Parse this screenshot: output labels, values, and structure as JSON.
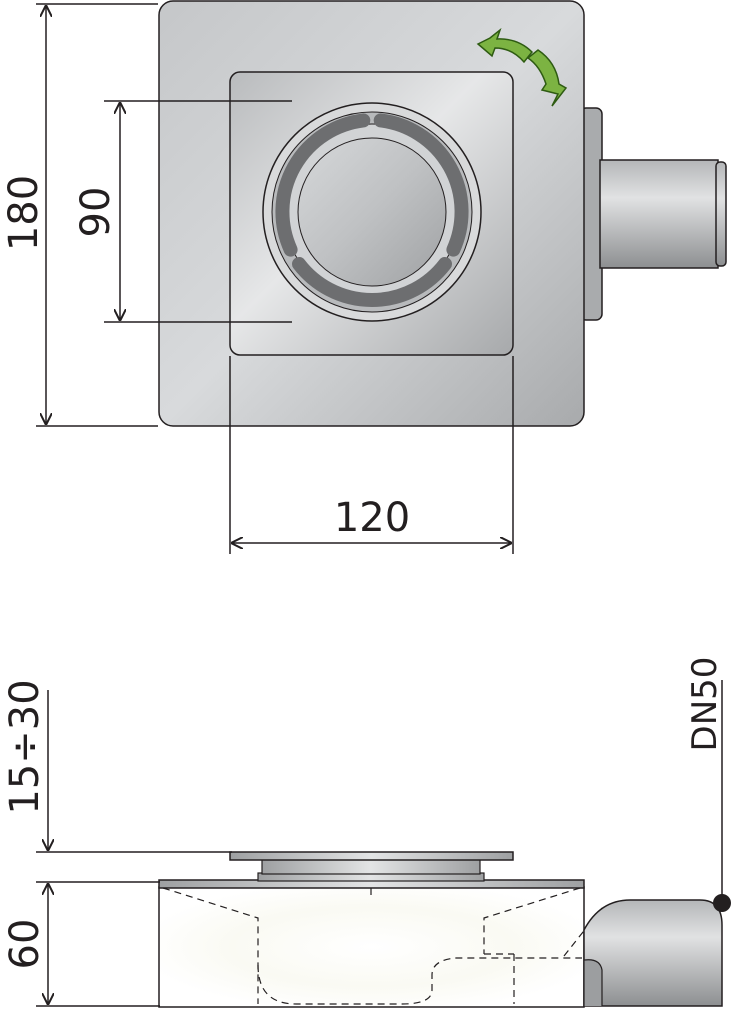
{
  "top_view": {
    "dim_height_total": "180",
    "dim_height_grate": "90",
    "dim_width_grate": "120"
  },
  "side_view": {
    "dim_adjust_range": "15÷30",
    "dim_body_height": "60",
    "outlet_label": "DN50"
  },
  "icons": {
    "rotate": "rotate-arrows-icon"
  },
  "colors": {
    "arrow_green": "#7cb342",
    "line": "#231f20",
    "body_gray": "#a9abad",
    "grate_gray": "#c9cbcd",
    "slot_gray": "#6d6e70"
  }
}
